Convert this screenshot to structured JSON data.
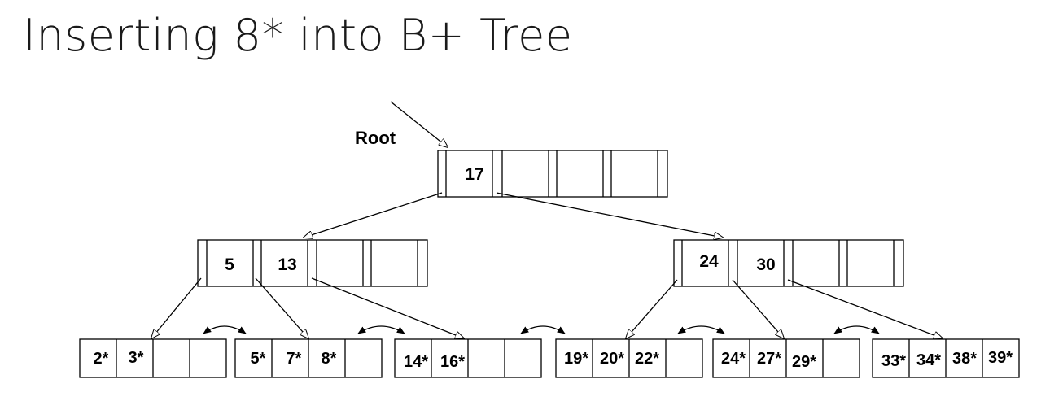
{
  "title": "Inserting 8* into B+ Tree",
  "root_label": "Root",
  "root": {
    "keys": [
      "17",
      "",
      "",
      ""
    ]
  },
  "internal": [
    {
      "keys": [
        "5",
        "13",
        "",
        ""
      ]
    },
    {
      "keys": [
        "24",
        "30",
        "",
        ""
      ]
    }
  ],
  "leaves": [
    {
      "entries": [
        "2*",
        "3*",
        "",
        ""
      ]
    },
    {
      "entries": [
        "5*",
        "7*",
        "8*",
        ""
      ]
    },
    {
      "entries": [
        "14*",
        "16*",
        "",
        ""
      ]
    },
    {
      "entries": [
        "19*",
        "20*",
        "22*",
        ""
      ]
    },
    {
      "entries": [
        "24*",
        "27*",
        "29*",
        ""
      ]
    },
    {
      "entries": [
        "33*",
        "34*",
        "38*",
        "39*"
      ]
    }
  ]
}
